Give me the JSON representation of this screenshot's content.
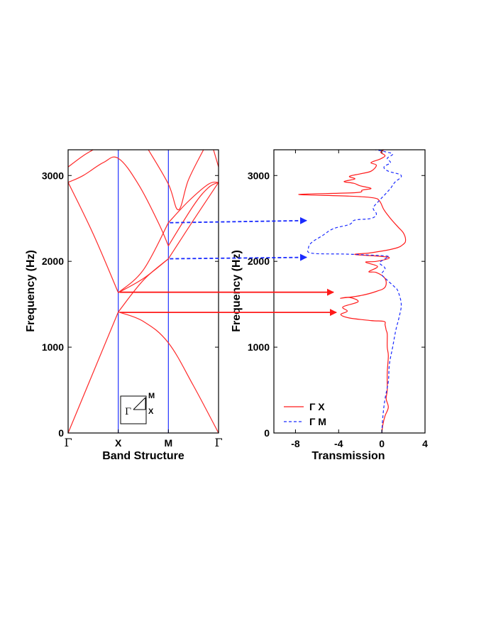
{
  "chart_data": [
    {
      "type": "line",
      "xlabel": "Band Structure",
      "ylabel": "Frequency (Hz)",
      "ylim": [
        0,
        3300
      ],
      "y_ticks": [
        0,
        1000,
        2000,
        3000
      ],
      "x_ticks": [
        {
          "pos": 0,
          "label": "Γ"
        },
        {
          "pos": 1,
          "label": "X"
        },
        {
          "pos": 2,
          "label": "M"
        },
        {
          "pos": 3,
          "label": "Γ"
        }
      ],
      "xlim": [
        0,
        3
      ],
      "vertical_lines": [
        1,
        2
      ],
      "colors": {
        "bands": "#ff2a2a",
        "markers": "#2233ff",
        "arrow_red": "#ff1a1a",
        "arrow_blue": "#1a2bff"
      },
      "series": [
        {
          "values": [
            [
              0,
              0
            ],
            [
              1,
              1410
            ]
          ]
        },
        {
          "values": [
            [
              1,
              1410
            ],
            [
              1.5,
              1300
            ],
            [
              2,
              1050
            ],
            [
              2.5,
              550
            ],
            [
              3,
              0
            ]
          ]
        },
        {
          "values": [
            [
              1,
              1410
            ],
            [
              1.5,
              1780
            ],
            [
              2,
              2030
            ]
          ]
        },
        {
          "values": [
            [
              0,
              2920
            ],
            [
              0.5,
              2320
            ],
            [
              1,
              1635
            ]
          ]
        },
        {
          "values": [
            [
              1,
              1635
            ],
            [
              1.5,
              1800
            ],
            [
              2,
              2030
            ]
          ]
        },
        {
          "values": [
            [
              1,
              1635
            ],
            [
              1.5,
              1900
            ],
            [
              2,
              2450
            ]
          ]
        },
        {
          "values": [
            [
              2,
              2030
            ],
            [
              2.5,
              2480
            ],
            [
              3,
              2920
            ]
          ]
        },
        {
          "values": [
            [
              0,
              2920
            ],
            [
              0.3,
              3000
            ],
            [
              0.7,
              3150
            ],
            [
              1,
              3200
            ],
            [
              1.4,
              2900
            ],
            [
              1.8,
              2450
            ],
            [
              2,
              2180
            ]
          ]
        },
        {
          "values": [
            [
              2,
              2180
            ],
            [
              2.5,
              2650
            ],
            [
              2.8,
              2860
            ],
            [
              3,
              2920
            ]
          ]
        },
        {
          "values": [
            [
              2,
              2450
            ],
            [
              2.4,
              2700
            ],
            [
              2.8,
              2900
            ],
            [
              3,
              2920
            ]
          ]
        },
        {
          "values": [
            [
              0,
              3100
            ],
            [
              0.3,
              3230
            ],
            [
              0.5,
              3300
            ]
          ]
        },
        {
          "values": [
            [
              1.6,
              3300
            ],
            [
              2,
              2900
            ],
            [
              2.2,
              2600
            ],
            [
              2.4,
              2950
            ],
            [
              2.7,
              3300
            ]
          ]
        },
        {
          "values": [
            [
              2.9,
              3300
            ],
            [
              3,
              3100
            ]
          ]
        }
      ],
      "inset": {
        "gamma": "Γ",
        "x": "X",
        "m": "M"
      }
    },
    {
      "type": "line",
      "xlabel": "Transmission",
      "ylabel": "Frequency (Hz)",
      "xlim": [
        -10,
        4
      ],
      "ylim": [
        0,
        3300
      ],
      "x_ticks": [
        -8,
        -4,
        0,
        4
      ],
      "y_ticks": [
        0,
        1000,
        2000,
        3000
      ],
      "legend_position": "bottom-left",
      "series": [
        {
          "name": "Γ X",
          "color": "#ff1a1a",
          "dash": "solid",
          "points": [
            [
              0,
              0
            ],
            [
              0.1,
              100
            ],
            [
              0.3,
              200
            ],
            [
              0.6,
              300
            ],
            [
              0.4,
              400
            ],
            [
              0.5,
              500
            ],
            [
              0.5,
              700
            ],
            [
              0.6,
              900
            ],
            [
              0.5,
              1000
            ],
            [
              0.5,
              1150
            ],
            [
              0.4,
              1200
            ],
            [
              0.3,
              1260
            ],
            [
              0.2,
              1300
            ],
            [
              -1,
              1310
            ],
            [
              -3,
              1340
            ],
            [
              -3.8,
              1380
            ],
            [
              -3.2,
              1420
            ],
            [
              -3.6,
              1470
            ],
            [
              -2.2,
              1530
            ],
            [
              -3,
              1580
            ],
            [
              -3.8,
              1570
            ],
            [
              -2,
              1600
            ],
            [
              -0.5,
              1650
            ],
            [
              0.3,
              1700
            ],
            [
              0.3,
              1800
            ],
            [
              -0.5,
              1870
            ],
            [
              -1.2,
              1880
            ],
            [
              -0.4,
              1940
            ],
            [
              -1.5,
              1990
            ],
            [
              -0.5,
              2000
            ],
            [
              0.7,
              2040
            ],
            [
              -0.3,
              2060
            ],
            [
              -2.5,
              2080
            ],
            [
              -1,
              2100
            ],
            [
              1.2,
              2150
            ],
            [
              2,
              2200
            ],
            [
              2.2,
              2250
            ],
            [
              2,
              2330
            ],
            [
              1.5,
              2400
            ],
            [
              0.8,
              2500
            ],
            [
              0.2,
              2600
            ],
            [
              -0.2,
              2700
            ],
            [
              -0.8,
              2740
            ],
            [
              -3,
              2760
            ],
            [
              -7.7,
              2780
            ],
            [
              -2.5,
              2800
            ],
            [
              -1.8,
              2830
            ],
            [
              -1,
              2850
            ],
            [
              -2,
              2880
            ],
            [
              -2.6,
              2910
            ],
            [
              -3.5,
              2930
            ],
            [
              -2.5,
              2960
            ],
            [
              -3,
              2990
            ],
            [
              -2,
              3020
            ],
            [
              -1,
              3050
            ],
            [
              -0.5,
              3120
            ],
            [
              -1,
              3150
            ],
            [
              -0.2,
              3190
            ],
            [
              0.3,
              3230
            ],
            [
              -0.1,
              3270
            ],
            [
              0.2,
              3300
            ]
          ]
        },
        {
          "name": "Γ M",
          "color": "#1a2bff",
          "dash": "dashed",
          "points": [
            [
              0,
              0
            ],
            [
              0.1,
              200
            ],
            [
              0.3,
              400
            ],
            [
              0.6,
              600
            ],
            [
              0.7,
              800
            ],
            [
              1,
              1000
            ],
            [
              1.3,
              1200
            ],
            [
              1.6,
              1350
            ],
            [
              1.8,
              1500
            ],
            [
              1.5,
              1650
            ],
            [
              1.2,
              1700
            ],
            [
              0.5,
              1780
            ],
            [
              0,
              1850
            ],
            [
              0.3,
              1920
            ],
            [
              -0.2,
              1980
            ],
            [
              0.3,
              2030
            ],
            [
              0.5,
              2060
            ],
            [
              -1.5,
              2075
            ],
            [
              -3.5,
              2085
            ],
            [
              -6.5,
              2095
            ],
            [
              -6.8,
              2150
            ],
            [
              -6.5,
              2220
            ],
            [
              -5.5,
              2300
            ],
            [
              -4.5,
              2380
            ],
            [
              -3,
              2430
            ],
            [
              -2.5,
              2480
            ],
            [
              -1,
              2500
            ],
            [
              -0.5,
              2550
            ],
            [
              -0.8,
              2620
            ],
            [
              -0.3,
              2700
            ],
            [
              0.3,
              2780
            ],
            [
              0.8,
              2850
            ],
            [
              1.2,
              2920
            ],
            [
              1.8,
              3000
            ],
            [
              0.6,
              3050
            ],
            [
              0.2,
              3100
            ],
            [
              0.8,
              3150
            ],
            [
              0.5,
              3200
            ],
            [
              1,
              3250
            ],
            [
              0.2,
              3280
            ],
            [
              -0.6,
              3300
            ]
          ]
        }
      ]
    }
  ],
  "arrows": [
    {
      "color": "#1a2bff",
      "dash": "dashed",
      "freq": 2450,
      "label_end": "to 2480"
    },
    {
      "color": "#1a2bff",
      "dash": "dashed",
      "freq": 2030,
      "label_end": "to 2050"
    },
    {
      "color": "#ff1a1a",
      "dash": "solid",
      "freq": 1640,
      "label_end": "to 1640"
    },
    {
      "color": "#ff1a1a",
      "dash": "solid",
      "freq": 1405,
      "label_end": "to 1405"
    }
  ]
}
